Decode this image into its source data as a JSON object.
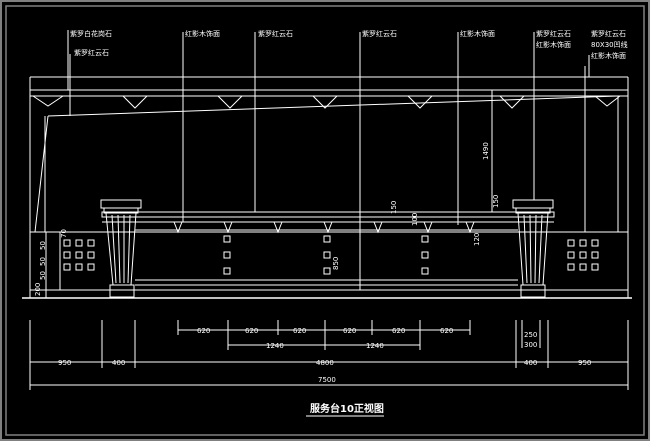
{
  "title": "服务台10正视图",
  "callouts": {
    "top_left_1": "紫罗白花岗石",
    "top_left_2": "紫罗红云石",
    "c1": "红影木饰面",
    "c2": "紫罗红云石",
    "c3": "紫罗红云石",
    "c4": "红影木饰面",
    "r1": "紫罗红云石",
    "r2": "红影木饰面",
    "r3": "紫罗红云石",
    "r4": "80X30凹线",
    "r5": "红影木饰面"
  },
  "vertical_dims": {
    "height_1490": "1490",
    "d150_left": "150",
    "d100": "100",
    "d150_right": "150",
    "d120": "120",
    "d850": "850",
    "d200": "200",
    "left_50a": "50",
    "left_50b": "50",
    "left_50c": "50",
    "left_70": "70"
  },
  "bottom_dims": {
    "row1": [
      "620",
      "620",
      "620",
      "620",
      "620",
      "620"
    ],
    "row2": [
      "1240",
      "1240"
    ],
    "row3": [
      "950",
      "400",
      "4800",
      "400",
      "950"
    ],
    "total": "7500",
    "right_250": "250",
    "right_300": "300"
  },
  "colors": {
    "background": "#000000",
    "frame": "#808080",
    "line": "#ffffff",
    "text": "#ffffff"
  }
}
